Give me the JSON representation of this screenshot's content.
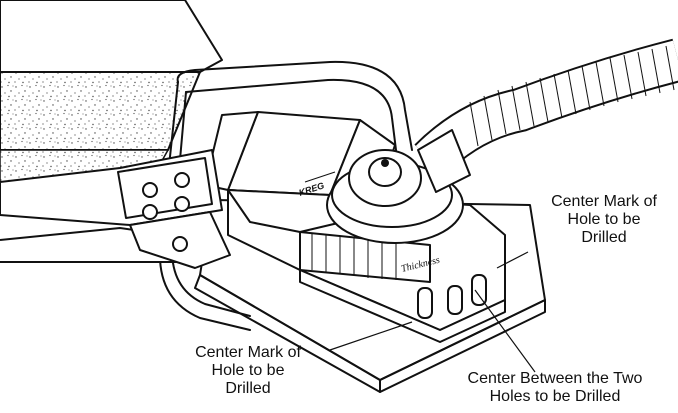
{
  "diagram": {
    "callouts": {
      "right_top": {
        "lines": [
          "Center Mark of",
          "Hole to be",
          "Drilled"
        ]
      },
      "left_bottom": {
        "lines": [
          "Center Mark of",
          "Hole to be",
          "Drilled"
        ]
      },
      "right_bottom": {
        "lines": [
          "Center Between the Two",
          "Holes to be Drilled"
        ]
      }
    },
    "jig_scale_label": "Thickness",
    "brand_mark": "KREG",
    "colors": {
      "ink": "#111111",
      "paper": "#ffffff"
    }
  }
}
